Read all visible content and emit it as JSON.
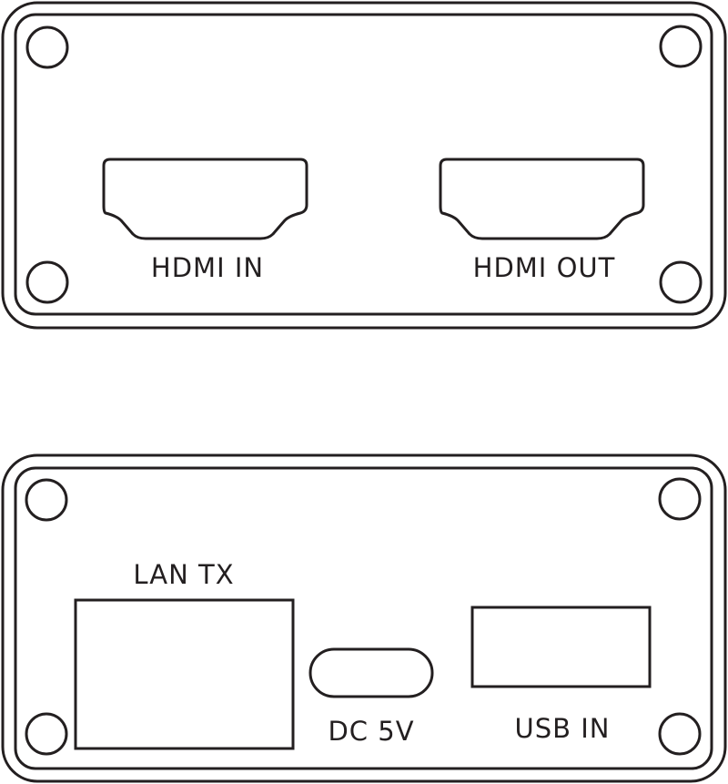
{
  "diagram": {
    "title": "",
    "stroke_color": "#231f20",
    "background": "#ffffff",
    "front_panel": {
      "ports": [
        {
          "label": "HDMI IN",
          "type": "hdmi"
        },
        {
          "label": "HDMI OUT",
          "type": "hdmi"
        }
      ]
    },
    "back_panel": {
      "ports": [
        {
          "label": "LAN TX",
          "type": "rj45"
        },
        {
          "label": "DC 5V",
          "type": "dc-barrel"
        },
        {
          "label": "USB IN",
          "type": "usb-a"
        }
      ]
    }
  }
}
